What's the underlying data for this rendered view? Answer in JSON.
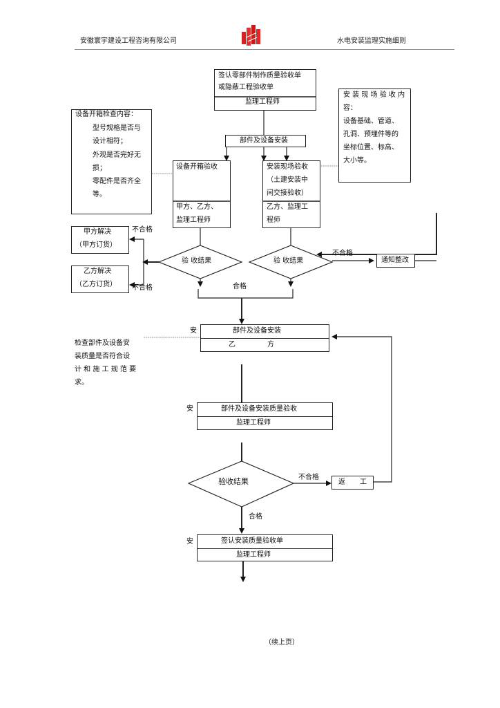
{
  "header": {
    "company": "安徽寰宇建设工程咨询有限公司",
    "doc_title": "水电安装监理实施细则",
    "logo": "company-logo"
  },
  "flow": {
    "sign_parts_box": {
      "line1": "签认零部件制作质量验收单",
      "line2": "或隐蔽工程验收单",
      "role": "监理工程师"
    },
    "site_content_note": {
      "lines": [
        "安 装 现 场 验 收 内",
        "容：",
        "设备基础、管道、",
        "孔洞、预埋件等的",
        "坐标位置、标高、",
        "大小等。"
      ]
    },
    "unpack_check_note": {
      "lines": [
        "设备开箱检查内容：",
        "型号规格是否与",
        "设计相符；",
        "外观是否完好无",
        "损；",
        "零配件是否齐全",
        "等。"
      ]
    },
    "parts_install_top": "部件及设备安装",
    "unpack_accept_box": {
      "title": "设备开箱验收",
      "role_lines": [
        "甲方、乙方、",
        "监理工程师"
      ]
    },
    "site_accept_box": {
      "title_lines": [
        "安装现场验收",
        "（土建安装中",
        "间交接验收）"
      ],
      "role_lines": [
        "乙方、监理工",
        "程师"
      ]
    },
    "party_a_box": {
      "line1": "甲方解决",
      "line2": "（甲方订货）"
    },
    "party_b_box": {
      "line1": "乙方解决",
      "line2": "（乙方订货）"
    },
    "fail_label": "不合格",
    "pass_label": "合格",
    "result_left": "验 收结果",
    "result_right": "验 收结果",
    "notify_box": "通知整改",
    "install_side_char": "安",
    "install_box": {
      "title": "部件及设备安装",
      "role_left": "乙",
      "role_right": "方"
    },
    "quality_check_note": {
      "lines": [
        "检查部件及设备安",
        "装质量是否符合设",
        "计 和 施 工 规 范 要",
        "求。"
      ]
    },
    "quality_accept_box": {
      "title": "部件及设备安装质量验收",
      "role": "监理工程师"
    },
    "result_bottom": "验收结果",
    "rework_box": {
      "left": "返",
      "right": "工"
    },
    "sign_install_box": {
      "title": "签认安装质量验收单",
      "role": "监理工程师"
    }
  },
  "footer": {
    "continued": "（续上页）"
  }
}
